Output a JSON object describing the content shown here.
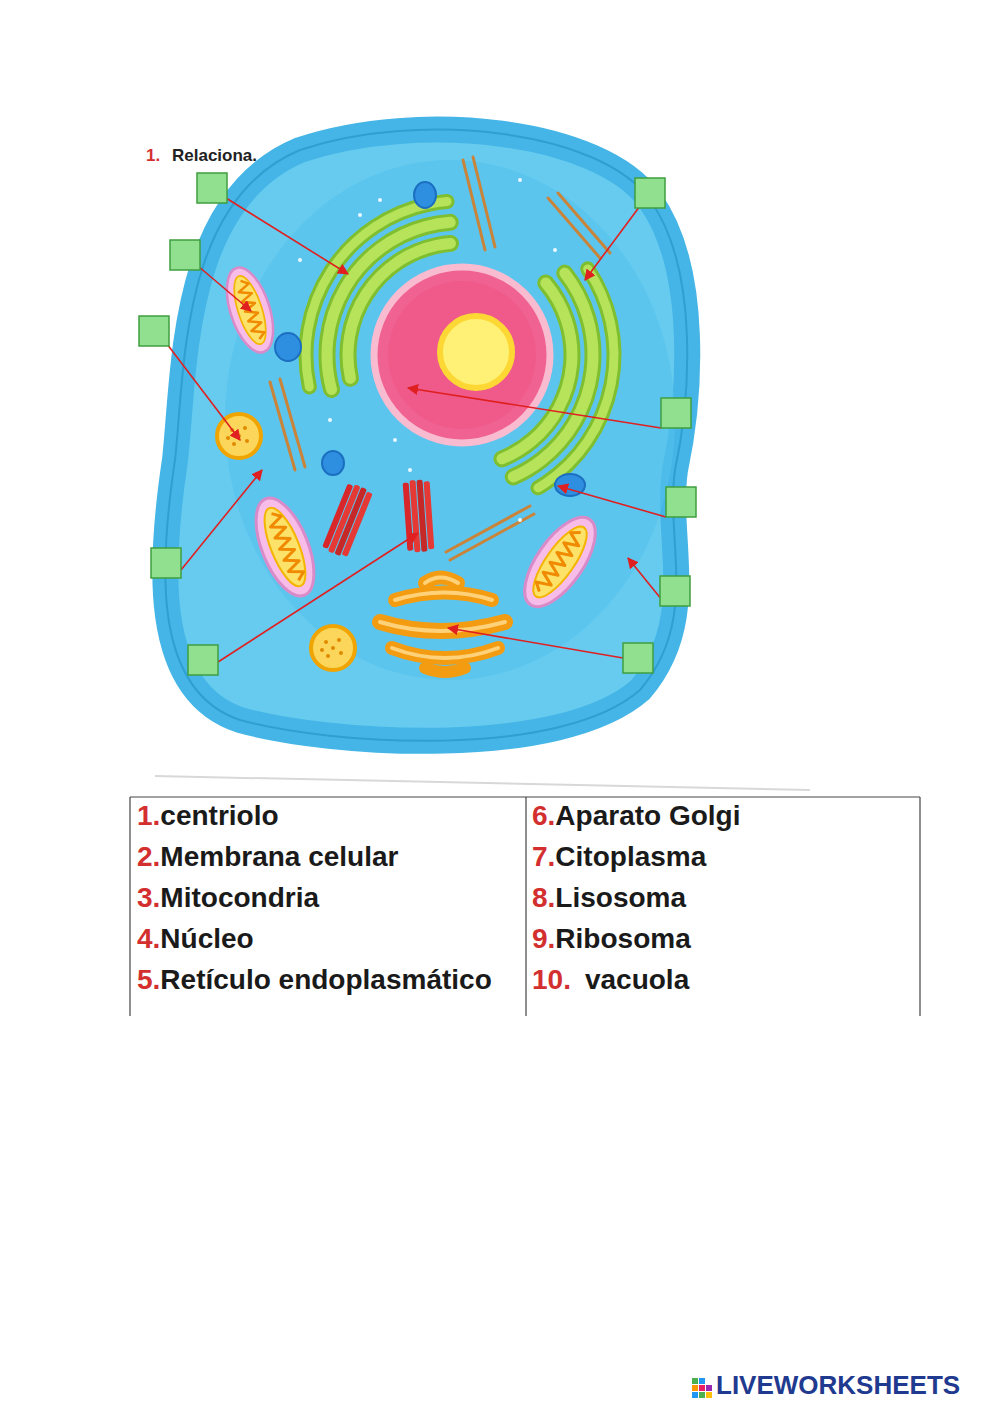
{
  "diagram": {
    "title": "Relaciona.",
    "labels": [
      "1.",
      "1.",
      "centriolo",
      "2.",
      "Membrana celular",
      "3.",
      "Mitocondria",
      "4.",
      "Núcleo",
      "5.",
      "Retículo endoplasmático",
      "6.",
      "Aparato Golgi",
      "7.",
      "Citoplasma",
      "8.",
      "Lisosoma",
      "9.",
      "Ribosoma",
      "10.",
      "vacuola",
      "LIVEWORKSHEETS"
    ]
  }
}
